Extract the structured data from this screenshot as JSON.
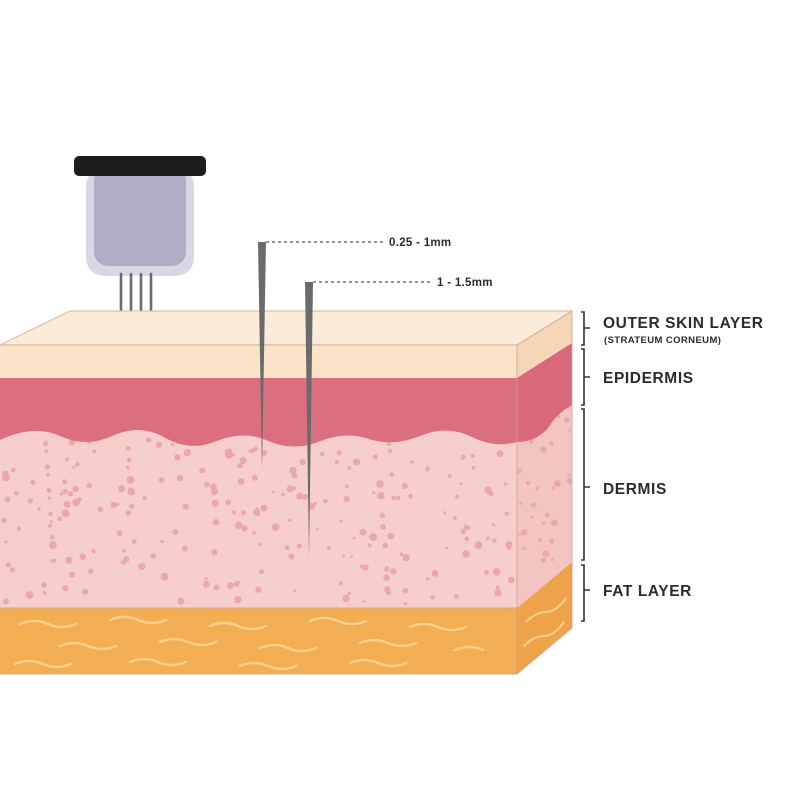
{
  "colors": {
    "background": "#ffffff",
    "stratum_corneum": "#fbe3c8",
    "epidermis": "#dc6f7e",
    "dermis": "#f6cfcc",
    "dermis_dots": "#eaa7ad",
    "fat": "#f3ad52",
    "fat_waves": "#f8cc85",
    "needle": "#6b6b6b",
    "device_cap": "#1d1d1d",
    "device_body": "#b1adc6"
  },
  "depths": {
    "shallow": "0.25 - 1mm",
    "deep": "1 - 1.5mm"
  },
  "layers": {
    "outer": "OUTER SKIN LAYER",
    "outer_sub": "(STRATEUM CORNEUM)",
    "epidermis": "EPIDERMIS",
    "dermis": "DERMIS",
    "fat": "FAT LAYER"
  },
  "icons": {
    "device": "microneedling-pen-icon",
    "needles": "needle-icon"
  }
}
